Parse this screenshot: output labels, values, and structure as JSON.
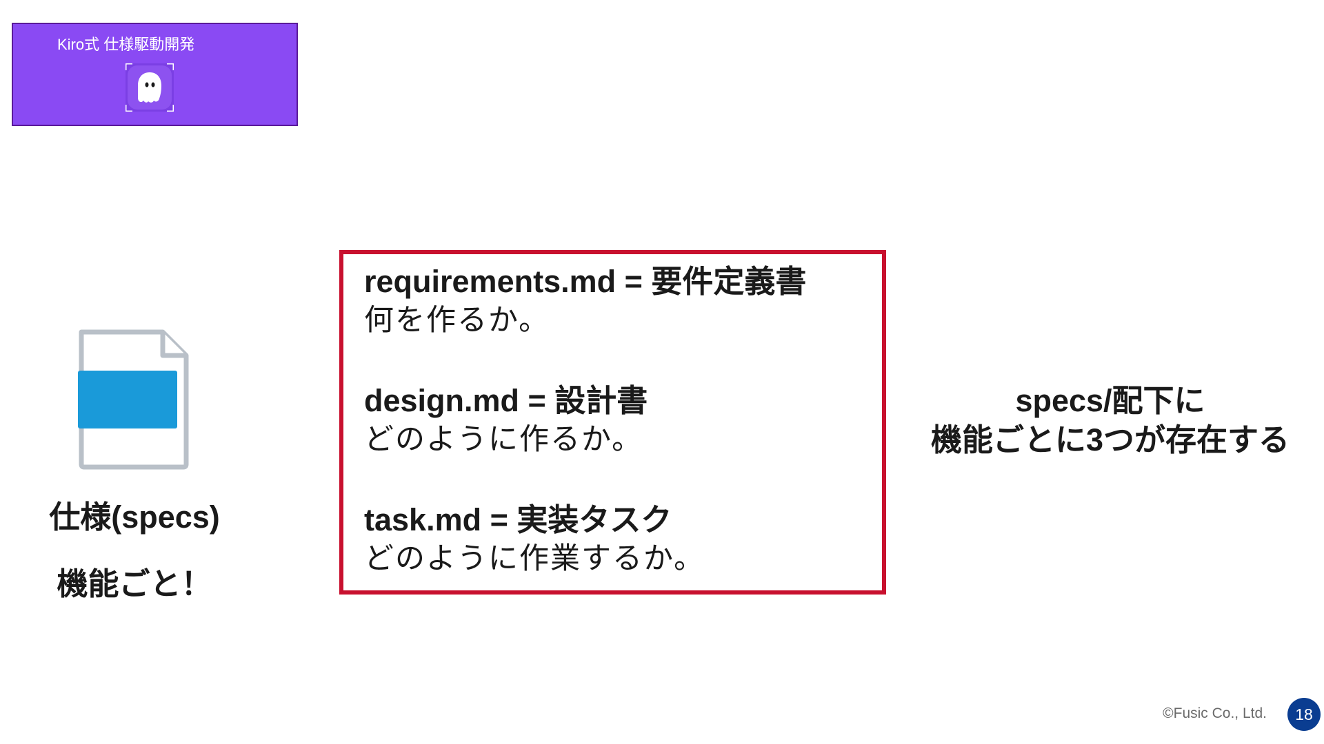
{
  "header": {
    "title": "Kiro式 仕様駆動開発",
    "logo_icon": "kiro-ghost-icon",
    "background_color": "#8a4af3"
  },
  "left_panel": {
    "icon": "document-icon",
    "label": "仕様(specs)",
    "sublabel": "機能ごと！"
  },
  "files_box": {
    "border_color": "#c8102e",
    "entries": [
      {
        "title": "requirements.md = 要件定義書",
        "description": "何を作るか。"
      },
      {
        "title": "design.md = 設計書",
        "description": "どのように作るか。"
      },
      {
        "title": "task.md = 実装タスク",
        "description": "どのように作業するか。"
      }
    ]
  },
  "statement": {
    "line1": "specs/配下に",
    "line2": "機能ごとに3つが存在する"
  },
  "footer": {
    "copyright": "©Fusic Co., Ltd.",
    "page_number": "18",
    "page_badge_color": "#0a3d91"
  }
}
